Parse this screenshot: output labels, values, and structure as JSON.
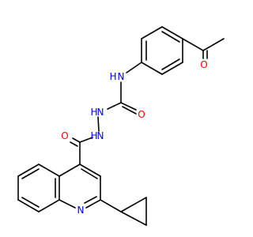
{
  "diagram": {
    "kind": "chemical-structure",
    "colors": {
      "background": "#ffffff",
      "carbon_bond": "#000000",
      "nitrogen": "#0000ff",
      "oxygen": "#ff0000"
    }
  },
  "atom_labels": {
    "ketone_oxygen": "O",
    "amide_nh": "N",
    "amide_nh_h": "H",
    "urea_oxygen": "O",
    "hydrazine_n1": "N",
    "hydrazine_n1_h": "H",
    "hydrazine_n2": "N",
    "hydrazine_n2_h": "H",
    "carbonyl_oxygen": "O",
    "quinoline_nitrogen": "N"
  }
}
